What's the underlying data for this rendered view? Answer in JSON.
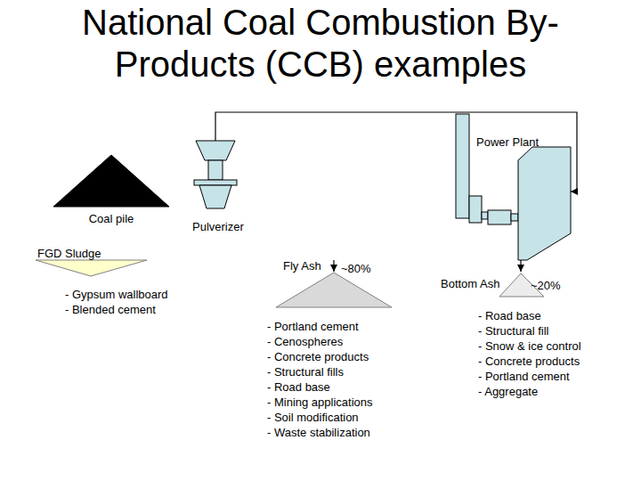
{
  "diagram": {
    "title": "National Coal Combustion By- Products (CCB) examples",
    "nodes": [
      {
        "text": [
          "Coal pile"
        ]
      },
      {
        "text": [
          "Pulverizer"
        ]
      },
      {
        "text": [
          "Power Plant"
        ]
      },
      {
        "text": [
          "FGD Sludge",
          "- Gypsum wallboard",
          "- Blended cement"
        ]
      },
      {
        "text": [
          "Fly Ash",
          "~80%",
          "- Portland cement",
          "- Cenospheres",
          "- Concrete products",
          "- Structural fills",
          "- Road base",
          "- Mining applications",
          "- Soil modification",
          "- Waste stabilization"
        ]
      },
      {
        "text": [
          "Bottom Ash",
          "~20%",
          "- Road base",
          "- Structural fill",
          "- Snow & ice control",
          "- Concrete products",
          "- Portland cement",
          "- Aggregate"
        ]
      }
    ],
    "edges": [
      {
        "from": 1,
        "to": 2,
        "arrow": "to"
      },
      {
        "from": 2,
        "to": 5,
        "arrow": "to"
      }
    ]
  }
}
